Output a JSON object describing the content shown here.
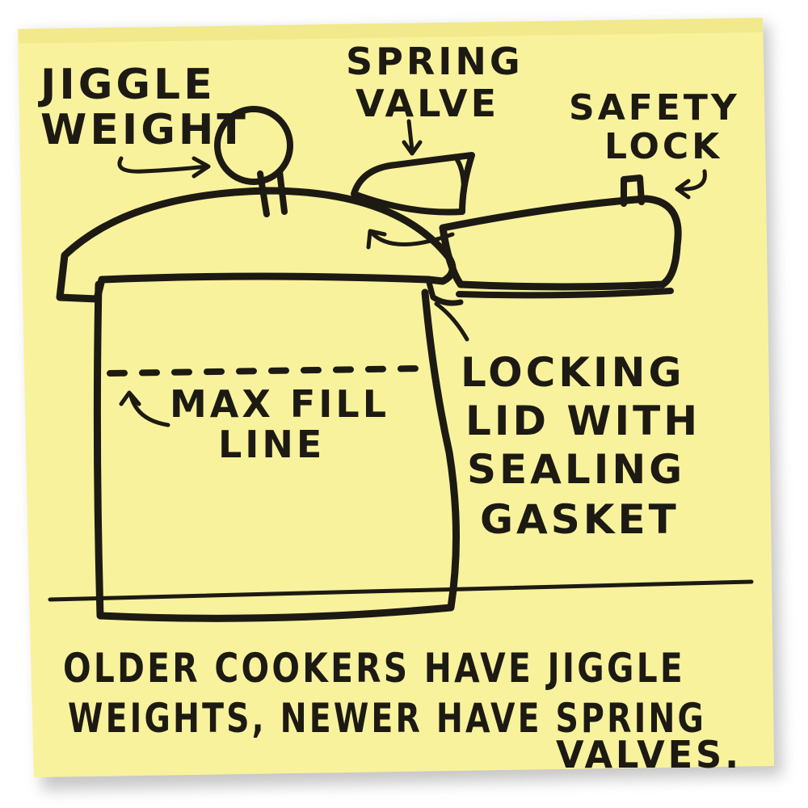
{
  "colors": {
    "paper": "#f9f29d",
    "paper_edge": "#efe585",
    "ink": "#1c1a12",
    "shadow": "#9a9a9a"
  },
  "labels": {
    "jiggle_weight": [
      "JIGGLE",
      "WEIGHT"
    ],
    "spring_valve": [
      "SPRING",
      "VALVE"
    ],
    "safety_lock": [
      "SAFETY",
      "LOCK"
    ],
    "locking_lid": [
      "LOCKING",
      "LID WITH",
      "SEALING",
      "GASKET"
    ],
    "max_fill": [
      "MAX FILL",
      "LINE"
    ]
  },
  "caption": [
    "OLDER COOKERS HAVE JIGGLE",
    "WEIGHTS, NEWER HAVE SPRING",
    "VALVES."
  ]
}
